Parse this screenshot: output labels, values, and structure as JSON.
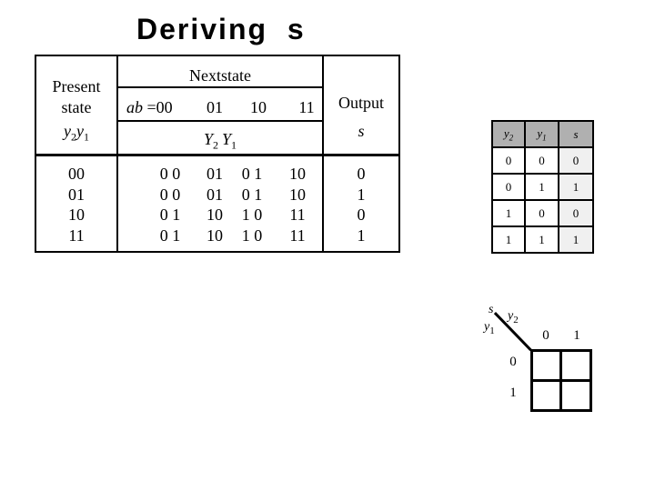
{
  "title": "Deriving  s",
  "sym": {
    "y": "y",
    "Y": "Y",
    "s": "s",
    "one": "1",
    "two": "2"
  },
  "state_table": {
    "present_line1": "Present",
    "present_line2": "state",
    "next_header": "Nextstate",
    "ab_label": "ab",
    "ab_eq": " =00",
    "ab_cols": [
      "01",
      "10",
      "11"
    ],
    "output_header": "Output",
    "rows": [
      {
        "present": "00",
        "next": [
          "0 0",
          "01",
          "0 1",
          "10"
        ],
        "output": "0"
      },
      {
        "present": "01",
        "next": [
          "0 0",
          "01",
          "0 1",
          "10"
        ],
        "output": "1"
      },
      {
        "present": "10",
        "next": [
          "0 1",
          "10",
          "1 0",
          "11"
        ],
        "output": "0"
      },
      {
        "present": "11",
        "next": [
          "0 1",
          "10",
          "1 0",
          "11"
        ],
        "output": "1"
      }
    ]
  },
  "truth_table": {
    "rows": [
      [
        "0",
        "0",
        "0"
      ],
      [
        "0",
        "1",
        "1"
      ],
      [
        "1",
        "0",
        "0"
      ],
      [
        "1",
        "1",
        "1"
      ]
    ]
  },
  "kmap": {
    "col_labels": [
      "0",
      "1"
    ],
    "row_labels": [
      "0",
      "1"
    ]
  },
  "colors": {
    "truth_header_bg": "#b0b0b0",
    "s_column_bg": "#f0f0f0",
    "line_color": "#000000"
  }
}
